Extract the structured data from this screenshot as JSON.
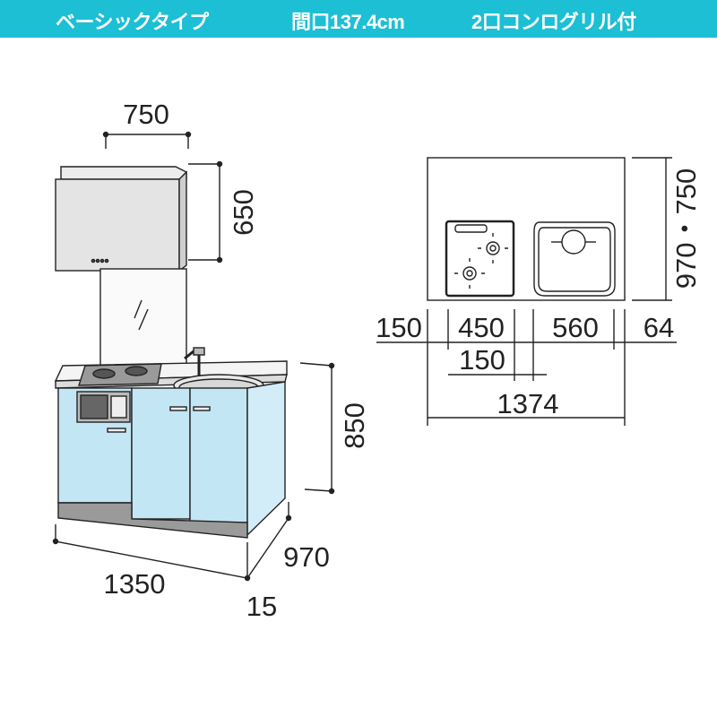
{
  "header": {
    "type_label": "ベーシックタイプ",
    "width_label": "間口137.4cm",
    "feature_label": "2口コンログリル付"
  },
  "front_view": {
    "hood_width": "750",
    "hood_height": "650",
    "counter_height": "850",
    "body_width": "1350",
    "depth": "970",
    "side_gap": "15"
  },
  "top_view": {
    "depth": "970・750",
    "left_margin": "150",
    "stove_width": "450",
    "gap": "150",
    "sink_width": "560",
    "right_margin": "64",
    "total_width": "1374"
  },
  "colors": {
    "header": "#1cbfd4",
    "cabinet": "#c3e6f5"
  }
}
